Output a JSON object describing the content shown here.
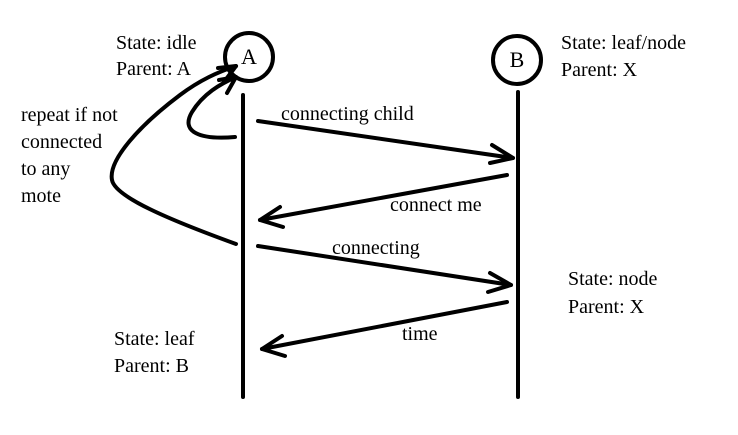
{
  "nodes": {
    "a": {
      "label": "A"
    },
    "b": {
      "label": "B"
    }
  },
  "states": {
    "a_initial": {
      "state": "State: idle",
      "parent": "Parent: A"
    },
    "b_initial": {
      "state": "State: leaf/node",
      "parent": "Parent: X"
    },
    "b_final": {
      "state": "State: node",
      "parent": "Parent: X"
    },
    "a_final": {
      "state": "State: leaf",
      "parent": "Parent: B"
    }
  },
  "messages": {
    "connecting_child": "connecting child",
    "connect_me": "connect me",
    "connecting": "connecting",
    "time": "time"
  },
  "repeat_note": [
    "repeat if not",
    "connected",
    "to any",
    "mote"
  ],
  "colors": {
    "ink": "#000000",
    "background": "#ffffff"
  }
}
